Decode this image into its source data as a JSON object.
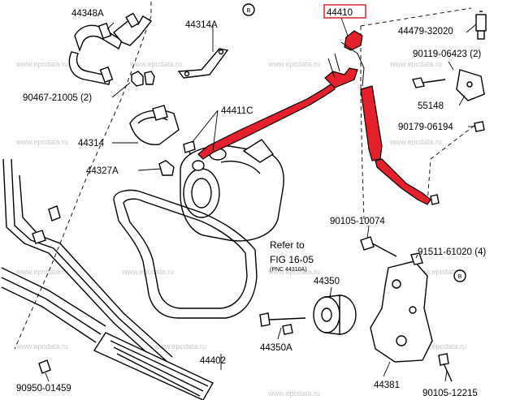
{
  "labels": {
    "p44348A": "44348A",
    "p44314A": "44314A",
    "p44410": "44410",
    "p44479": "44479-32020",
    "p90119": "90119-06423 (2)",
    "p90467": "90467-21005 (2)",
    "p44411C": "44411C",
    "p55148": "55148",
    "p90179": "90179-06194",
    "p44314": "44314",
    "p44327A": "44327A",
    "p90105a": "90105-10074",
    "p91511": "91511-61020 (4)",
    "p44350": "44350",
    "p44350A": "44350A",
    "p44402": "44402",
    "p44381": "44381",
    "p90950": "90950-01459",
    "p90105b": "90105-12215"
  },
  "refer": {
    "line1": "Refer to",
    "line2": "FIG 16-05",
    "line3": "(PNC 44310A)"
  },
  "markers": {
    "b1": "B",
    "b2": "B"
  },
  "watermark": "www.epcdata.ru",
  "colors": {
    "highlight": "#e4202a",
    "ink": "#000000",
    "watermark": "#c8c8c8"
  }
}
